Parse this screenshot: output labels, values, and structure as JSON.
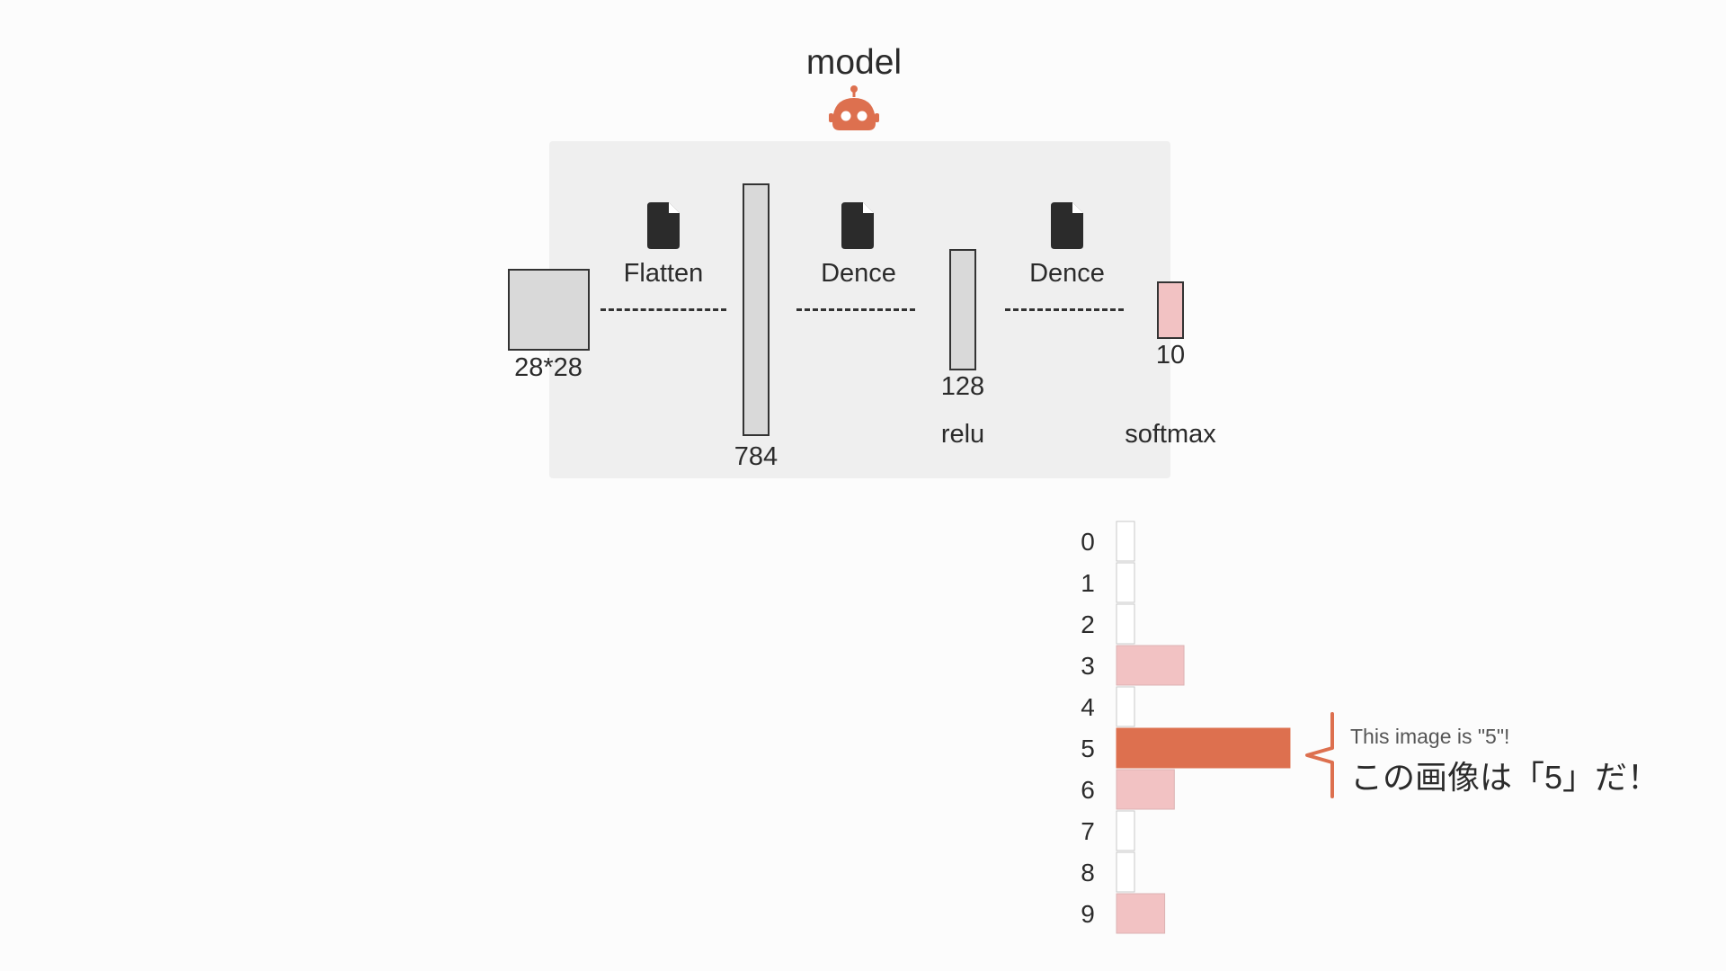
{
  "title": "model",
  "colors": {
    "accent": "#dd704f",
    "highlight": "#f2c2c3",
    "layer_fill": "#d9d9d9",
    "panel": "#efefef",
    "stroke": "#333333"
  },
  "icons": {
    "model": "robot-icon",
    "layer_op": "file-icon"
  },
  "layers": {
    "input": {
      "dims": "28*28"
    },
    "flatten": {
      "dims": "784"
    },
    "dense_hidden": {
      "dims": "128",
      "activation": "relu"
    },
    "output": {
      "dims": "10",
      "activation": "softmax"
    }
  },
  "operations": [
    {
      "label": "Flatten"
    },
    {
      "label": "Dence"
    },
    {
      "label": "Dence"
    }
  ],
  "callout": {
    "english": "This image is \"5\"!",
    "japanese": "この画像は「5」だ！"
  },
  "chart_data": {
    "type": "bar",
    "orientation": "horizontal",
    "categories": [
      "0",
      "1",
      "2",
      "3",
      "4",
      "5",
      "6",
      "7",
      "8",
      "9"
    ],
    "values": [
      0.01,
      0.01,
      0.01,
      0.28,
      0.01,
      0.72,
      0.24,
      0.01,
      0.01,
      0.2
    ],
    "highlight_index": 5,
    "xlim": [
      0,
      1
    ],
    "title": "",
    "xlabel": "",
    "ylabel": "",
    "grid": false,
    "legend": "none"
  }
}
